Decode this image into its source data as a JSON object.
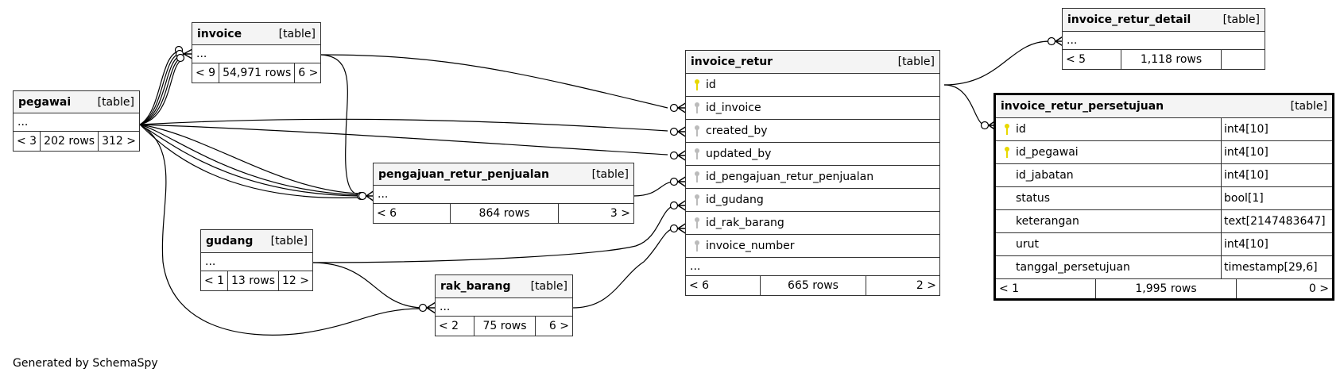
{
  "footer": "Generated by SchemaSpy",
  "type_label": "[table]",
  "colors": {
    "primary_key": "#e8d800",
    "foreign_key": "#bbbbbb",
    "header_bg": "#f4f4f4"
  },
  "tables": {
    "invoice": {
      "name": "invoice",
      "ellipsis": "...",
      "parents": "< 9",
      "rows": "54,971 rows",
      "children": "6 >"
    },
    "pegawai": {
      "name": "pegawai",
      "ellipsis": "...",
      "parents": "< 3",
      "rows": "202 rows",
      "children": "312 >"
    },
    "pengajuan_retur_penjualan": {
      "name": "pengajuan_retur_penjualan",
      "ellipsis": "...",
      "parents": "< 6",
      "rows": "864 rows",
      "children": "3 >"
    },
    "gudang": {
      "name": "gudang",
      "ellipsis": "...",
      "parents": "< 1",
      "rows": "13 rows",
      "children": "12 >"
    },
    "rak_barang": {
      "name": "rak_barang",
      "ellipsis": "...",
      "parents": "< 2",
      "rows": "75 rows",
      "children": "6 >"
    },
    "invoice_retur": {
      "name": "invoice_retur",
      "columns": [
        {
          "name": "id",
          "key": "primary"
        },
        {
          "name": "id_invoice",
          "key": "foreign"
        },
        {
          "name": "created_by",
          "key": "foreign"
        },
        {
          "name": "updated_by",
          "key": "foreign"
        },
        {
          "name": "id_pengajuan_retur_penjualan",
          "key": "foreign"
        },
        {
          "name": "id_gudang",
          "key": "foreign"
        },
        {
          "name": "id_rak_barang",
          "key": "foreign"
        },
        {
          "name": "invoice_number",
          "key": "foreign"
        }
      ],
      "ellipsis": "...",
      "parents": "< 6",
      "rows": "665 rows",
      "children": "2 >"
    },
    "invoice_retur_detail": {
      "name": "invoice_retur_detail",
      "ellipsis": "...",
      "parents": "< 5",
      "rows": "1,118 rows",
      "children": ""
    },
    "invoice_retur_persetujuan": {
      "name": "invoice_retur_persetujuan",
      "columns": [
        {
          "name": "id",
          "type": "int4[10]",
          "key": "primary"
        },
        {
          "name": "id_pegawai",
          "type": "int4[10]",
          "key": "primary"
        },
        {
          "name": "id_jabatan",
          "type": "int4[10]",
          "key": "none"
        },
        {
          "name": "status",
          "type": "bool[1]",
          "key": "none"
        },
        {
          "name": "keterangan",
          "type": "text[2147483647]",
          "key": "none"
        },
        {
          "name": "urut",
          "type": "int4[10]",
          "key": "none"
        },
        {
          "name": "tanggal_persetujuan",
          "type": "timestamp[29,6]",
          "key": "none"
        }
      ],
      "parents": "< 1",
      "rows": "1,995 rows",
      "children": "0 >"
    }
  }
}
